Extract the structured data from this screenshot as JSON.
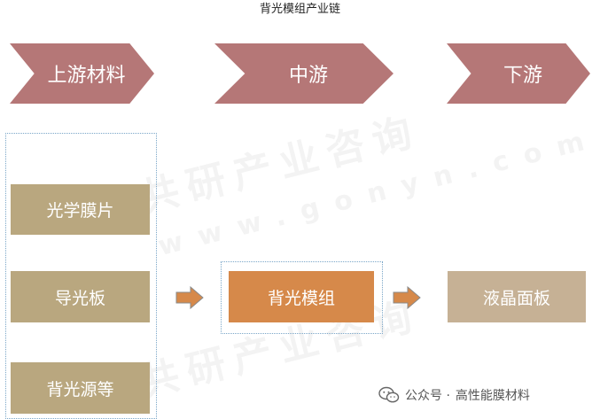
{
  "title": "背光模组产业链",
  "stages": {
    "upstream": "上游材料",
    "midstream": "中游",
    "downstream": "下游"
  },
  "upstream_items": [
    "光学膜片",
    "导光板",
    "背光源等"
  ],
  "midstream_item": "背光模组",
  "downstream_item": "液晶面板",
  "watermark": {
    "cn": "共研产业咨询",
    "en": "www.gonyn.com"
  },
  "footer": {
    "prefix": "公众号 · ",
    "account": "高性能膜材料",
    "icon": "wechat-icon"
  },
  "colors": {
    "chevron": "#b57777",
    "material_box": "#b9a77f",
    "module_box": "#d6894a",
    "panel_box": "#c6b195",
    "arrow": "#d6894a",
    "dotted_border": "#7aa6c8"
  }
}
